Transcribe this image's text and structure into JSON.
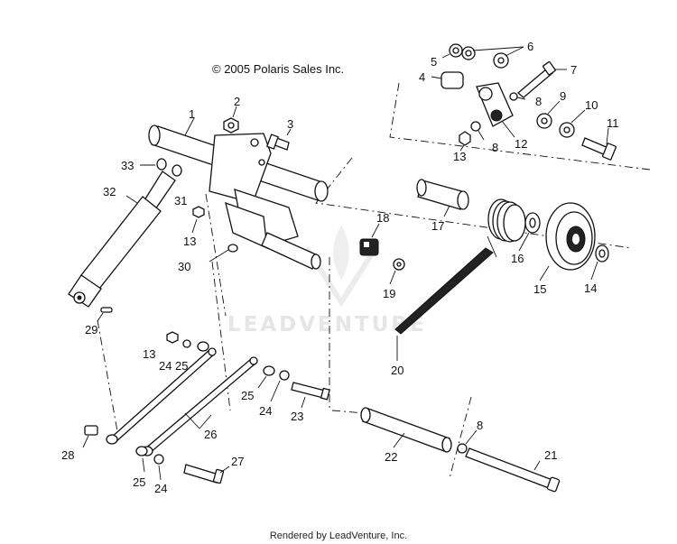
{
  "copyright": "© 2005 Polaris Sales Inc.",
  "watermark": "LEADVENTURE",
  "footer": "Rendered by LeadVenture, Inc.",
  "callouts": [
    "1",
    "2",
    "3",
    "33",
    "32",
    "31",
    "13",
    "30",
    "29",
    "13",
    "24",
    "25",
    "26",
    "28",
    "25",
    "24",
    "27",
    "25",
    "24",
    "23",
    "22",
    "8",
    "21",
    "20",
    "17",
    "18",
    "19",
    "4",
    "5",
    "6",
    "7",
    "8",
    "8",
    "13",
    "12",
    "9",
    "10",
    "11",
    "16",
    "15",
    "14"
  ]
}
